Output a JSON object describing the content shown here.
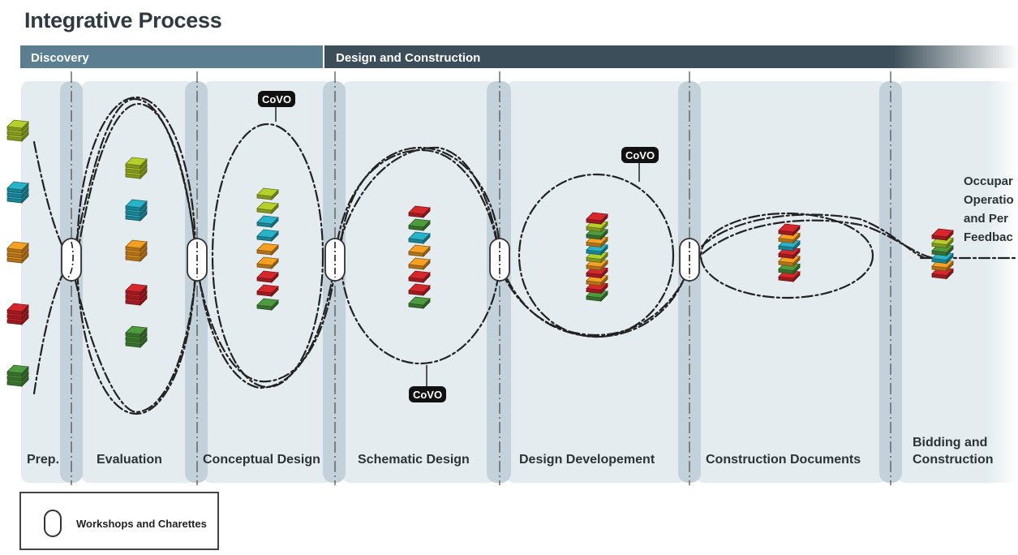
{
  "title": "Integrative Process",
  "header": {
    "discovery": "Discovery",
    "design_construction": "Design and Construction",
    "colors": {
      "discovery": "#5b7f91",
      "design": "#3c4e59"
    }
  },
  "phases": [
    {
      "label": "Prep."
    },
    {
      "label": "Evaluation"
    },
    {
      "label": "Conceptual Design"
    },
    {
      "label": "Schematic Design"
    },
    {
      "label": "Design Developement"
    },
    {
      "label": "Construction Documents"
    },
    {
      "label_line1": "Bidding and",
      "label_line2": "Construction"
    }
  ],
  "covo_label": "CoVO",
  "occupancy": {
    "lines": [
      "Occupar",
      "Operatio",
      "and Per",
      "Feedbac"
    ]
  },
  "legend": {
    "label": "Workshops and Charettes"
  },
  "colors": {
    "yellowgreen": "#b6d02a",
    "cyan": "#27b3c9",
    "orange": "#f59f23",
    "red": "#d8262d",
    "green": "#4e9a3f",
    "column_bg": "#e4ecf0",
    "column_shadow": "#c3d2da"
  },
  "stacks": {
    "prep": [
      "yellowgreen",
      "cyan",
      "orange",
      "red",
      "green"
    ],
    "evaluation": [
      "yellowgreen",
      "cyan",
      "orange",
      "red",
      "green"
    ],
    "conceptual": [
      "green",
      "red",
      "red",
      "orange",
      "orange",
      "cyan",
      "cyan",
      "yellowgreen",
      "yellowgreen"
    ],
    "schematic": [
      "green",
      "red",
      "red",
      "orange",
      "orange",
      "cyan",
      "green",
      "red"
    ],
    "development": [
      "green",
      "red",
      "orange",
      "red",
      "orange",
      "yellowgreen",
      "cyan",
      "orange",
      "green",
      "yellowgreen",
      "red"
    ],
    "documents": [
      "red",
      "green",
      "orange",
      "red",
      "cyan",
      "orange",
      "red"
    ],
    "bidding": [
      "red",
      "orange",
      "cyan",
      "green",
      "yellowgreen",
      "red"
    ]
  }
}
